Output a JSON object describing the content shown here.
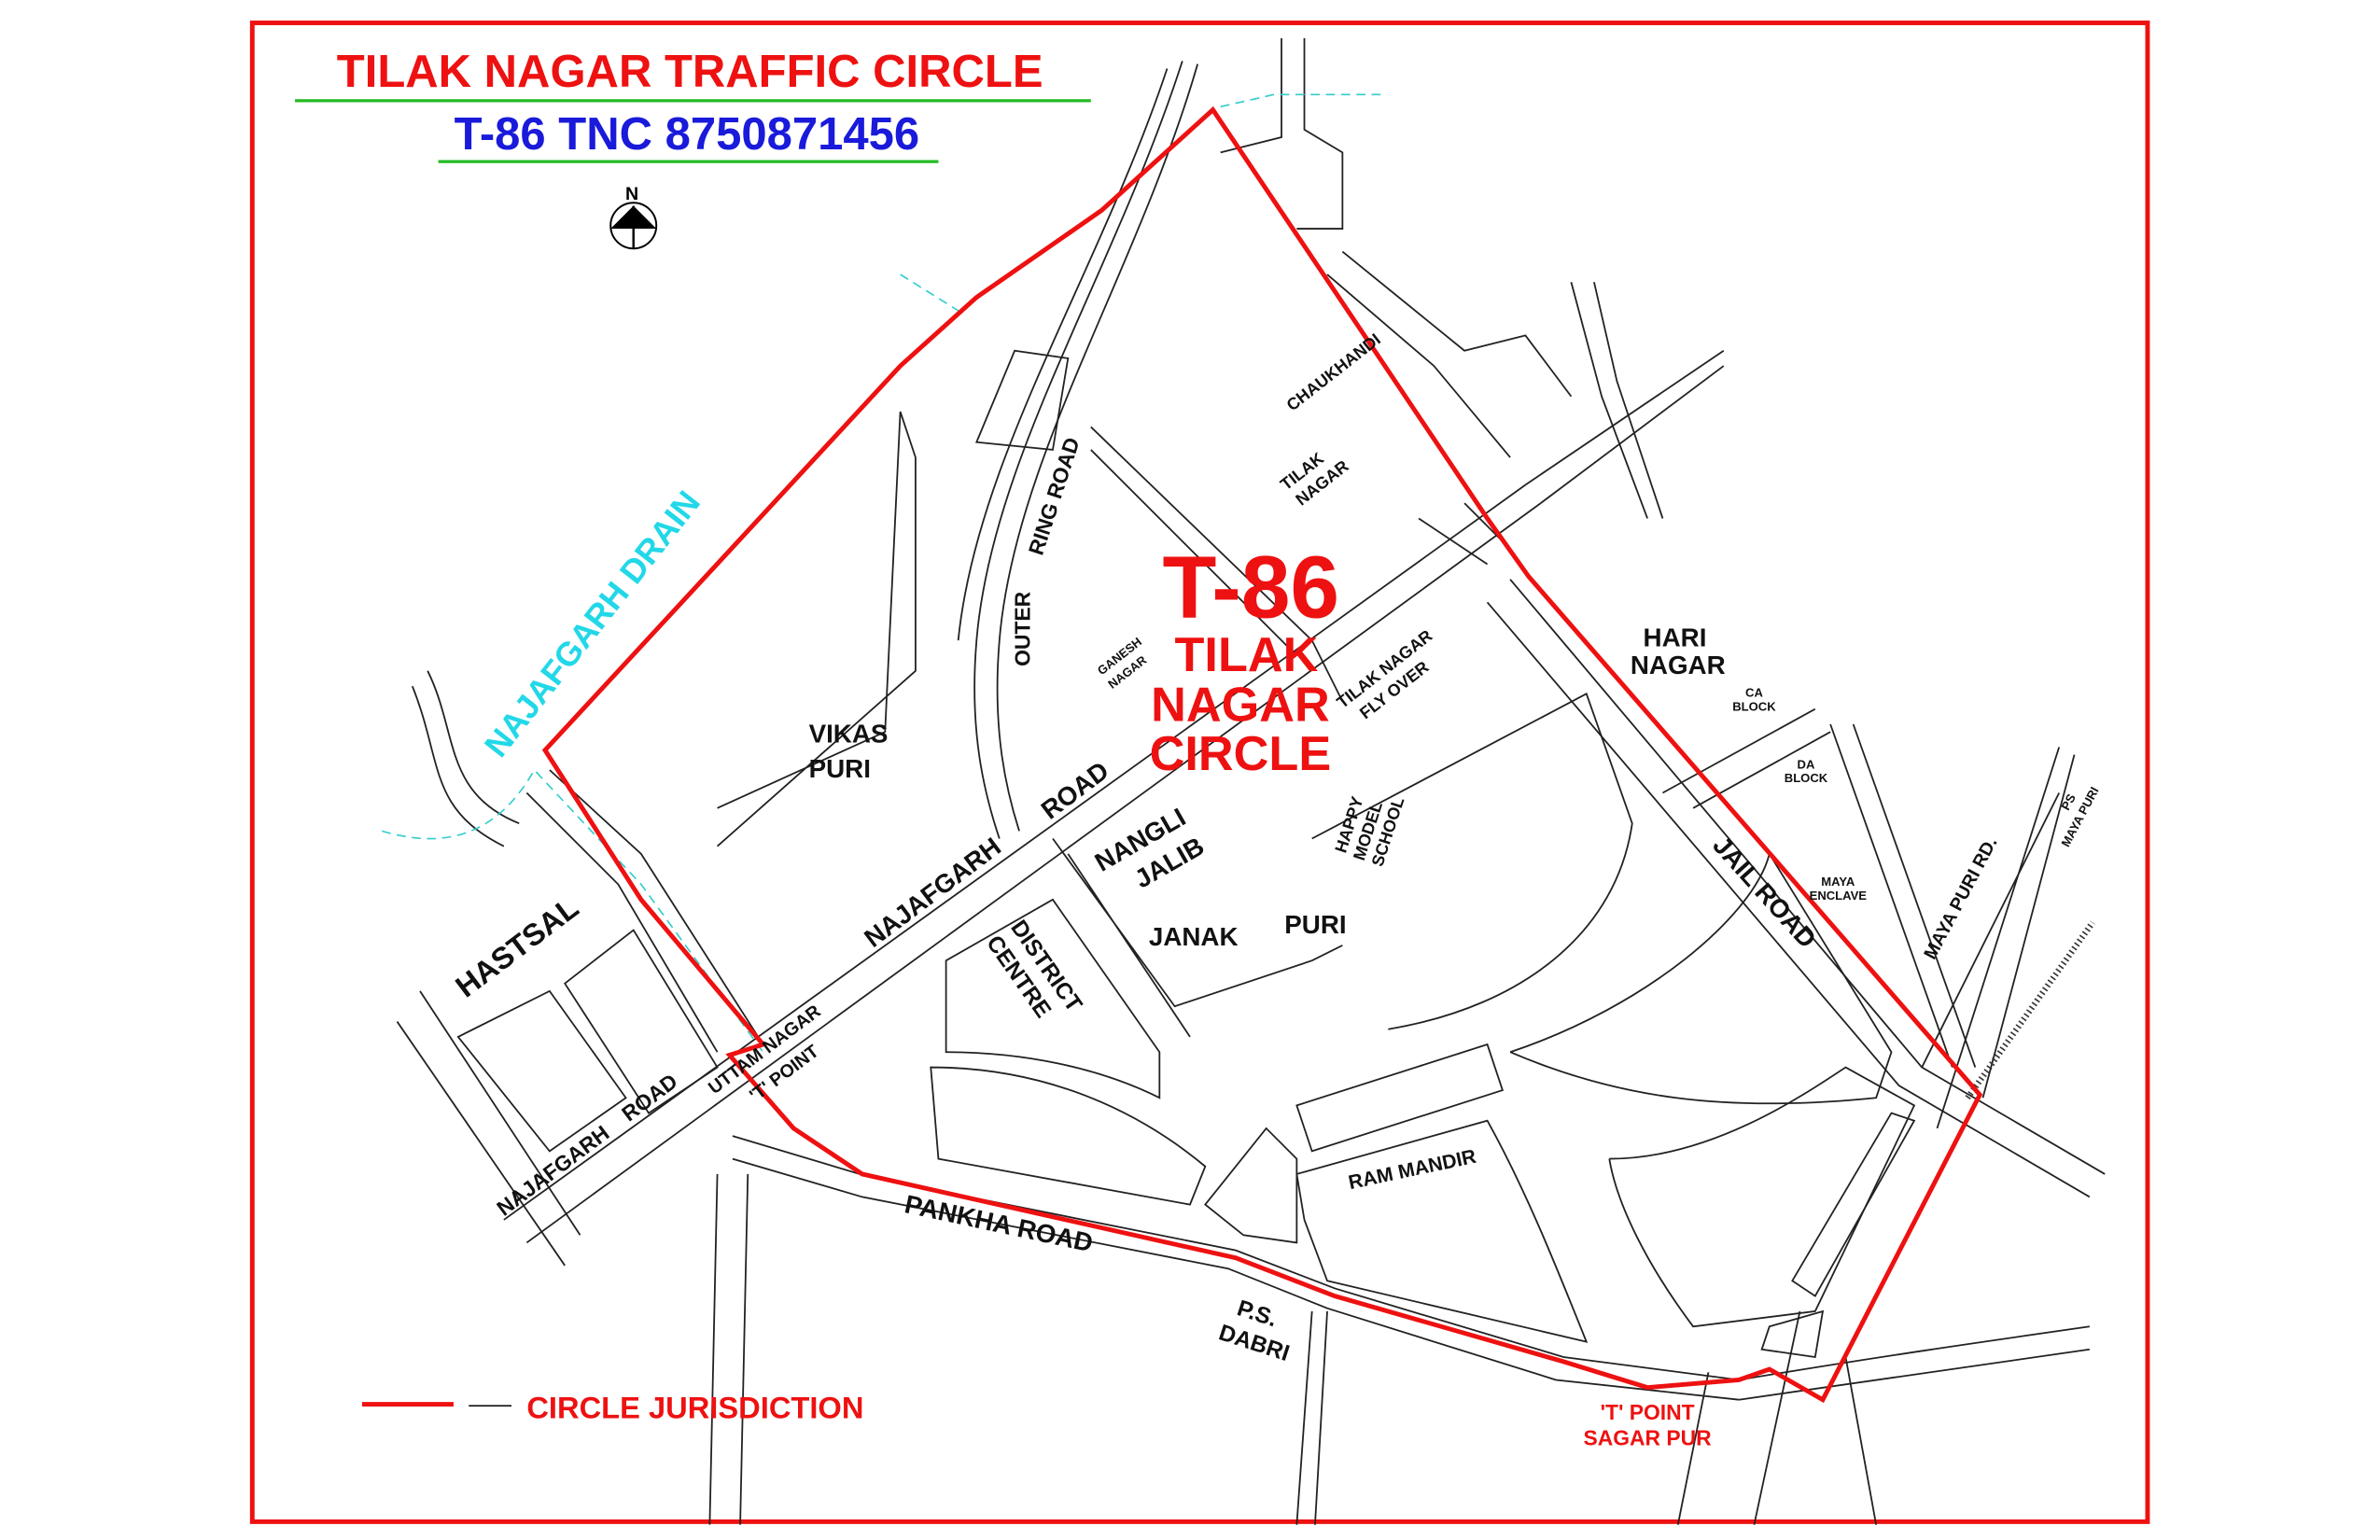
{
  "title": "TILAK NAGAR TRAFFIC CIRCLE",
  "subtitle": "T-86  TNC 8750871456",
  "north_label": "N",
  "circle": {
    "code": "T-86",
    "name_line1": "TILAK",
    "name_line2": "NAGAR",
    "name_line3": "CIRCLE"
  },
  "legend": {
    "label": "CIRCLE  JURISDICTION"
  },
  "colors": {
    "jurisdiction": "#ee1111",
    "title": "#ee1111",
    "subtitle": "#1a1adb",
    "drain": "#22d8e8",
    "underline": "#22bb22"
  },
  "labels": {
    "najafgarh_drain": "NAJAFGARH DRAIN",
    "chaukhandi": "CHAUKHANDI",
    "tilak_nagar_1": "TILAK",
    "tilak_nagar_2": "NAGAR",
    "outer": "OUTER",
    "ring_road": "RING  ROAD",
    "ganesh_1": "GANESH",
    "ganesh_2": "NAGAR",
    "flyover_1": "TILAK NAGAR",
    "flyover_2": "FLY OVER",
    "hari_1": "HARI",
    "hari_2": "NAGAR",
    "ca_1": "CA",
    "ca_2": "BLOCK",
    "da_1": "DA",
    "da_2": "BLOCK",
    "maya_enclave_1": "MAYA",
    "maya_enclave_2": "ENCLAVE",
    "maya_puri_rd": "MAYA  PURI RD.",
    "ps_maya_1": "PS",
    "ps_maya_2": "MAYA PURI",
    "jail_road": "JAIL  ROAD",
    "vikas_1": "VIKAS",
    "vikas_2": "PURI",
    "road_1": "ROAD",
    "najafgarh_1": "NAJAFGARH",
    "nangli_1": "NANGLI",
    "nangli_2": "JALIB",
    "school_1": "HAPPY",
    "school_2": "MODEL",
    "school_3": "SCHOOL",
    "district_1": "DISTRICT",
    "district_2": "CENTRE",
    "janak": "JANAK",
    "puri": "PURI",
    "hastsal": "HASTSAL",
    "uttam_1": "UTTAM NAGAR",
    "uttam_2": "'T' POINT",
    "road_2": "ROAD",
    "najafgarh_2": "NAJAFGARH",
    "pankha": "PANKHA  ROAD",
    "ram_mandir": "RAM MANDIR",
    "ps_dabri_1": "P.S.",
    "ps_dabri_2": "DABRI",
    "sagarpur_1": "'T' POINT",
    "sagarpur_2": "SAGAR PUR"
  }
}
